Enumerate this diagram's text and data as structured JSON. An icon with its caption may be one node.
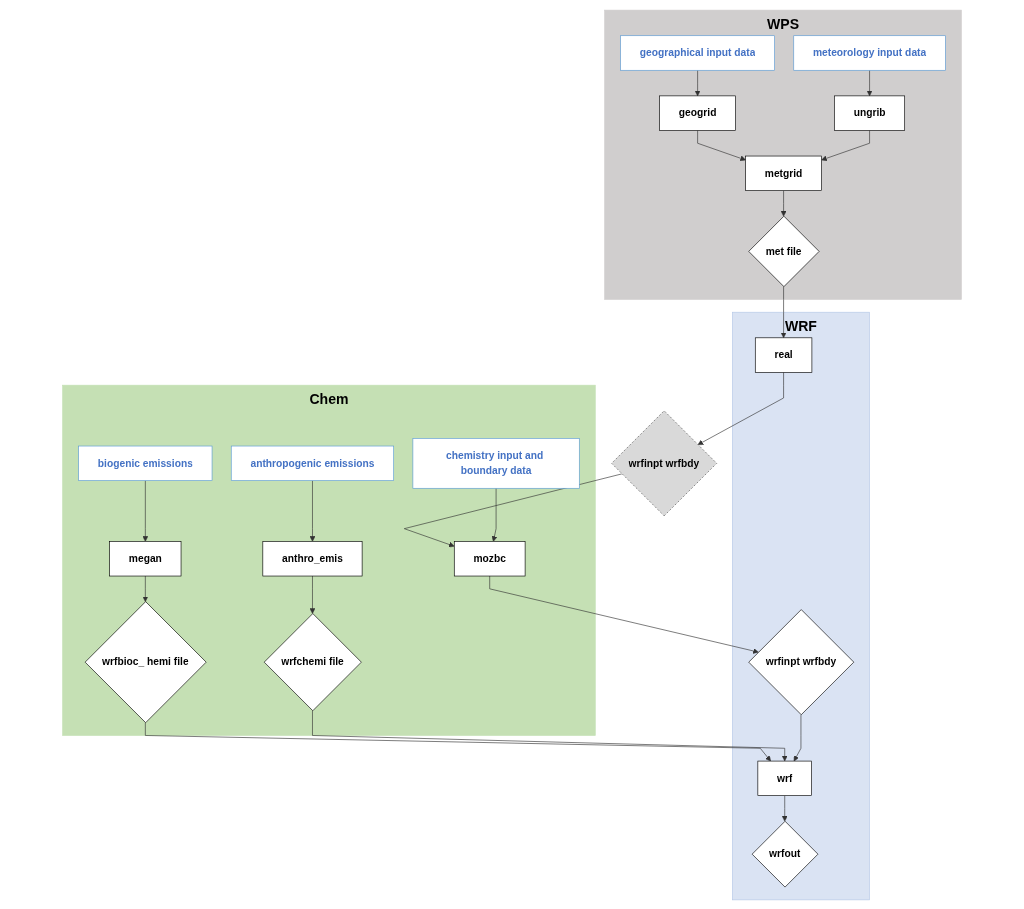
{
  "diagram": {
    "nodes": [
      {
        "text": [
          "WPS"
        ]
      },
      {
        "text": [
          "geographical input data"
        ],
        "in": 0
      },
      {
        "text": [
          "geogrid"
        ],
        "in": 0
      },
      {
        "text": [
          "meteorology input data"
        ],
        "in": 0
      },
      {
        "text": [
          "ungrib"
        ],
        "in": 0
      },
      {
        "text": [
          "metgrid"
        ],
        "in": 0
      },
      {
        "text": [
          "met file"
        ],
        "in": 0
      },
      {
        "text": [
          "WRF"
        ]
      },
      {
        "text": [
          "real"
        ],
        "in": 7
      },
      {
        "text": [
          "wrfinpt wrfbdy"
        ]
      },
      {
        "text": [
          "Chem"
        ]
      },
      {
        "text": [
          "chemistry input and boundary data"
        ],
        "in": 10
      },
      {
        "text": [
          "mozbc"
        ],
        "in": 10
      },
      {
        "text": [
          "wrfinpt wrfbdy"
        ],
        "in": 7
      },
      {
        "text": [
          "biogenic emissions"
        ],
        "in": 10
      },
      {
        "text": [
          "megan"
        ],
        "in": 10
      },
      {
        "text": [
          "wrfbioc_ hemi file"
        ],
        "in": 10
      },
      {
        "text": [
          "anthropogenic emissions"
        ],
        "in": 10
      },
      {
        "text": [
          "anthro_emis"
        ],
        "in": 10
      },
      {
        "text": [
          "wrfchemi file"
        ],
        "in": 10
      },
      {
        "text": [
          "wrf"
        ],
        "in": 7
      },
      {
        "text": [
          "wrfout"
        ],
        "in": 7
      }
    ],
    "edges": [
      {
        "from": 1,
        "to": 2,
        "arrow": "to"
      },
      {
        "from": 3,
        "to": 4,
        "arrow": "to"
      },
      {
        "from": 2,
        "to": 5,
        "arrow": "to"
      },
      {
        "from": 4,
        "to": 5,
        "arrow": "to"
      },
      {
        "from": 5,
        "to": 6,
        "arrow": "to"
      },
      {
        "from": 6,
        "to": 8,
        "arrow": "to"
      },
      {
        "from": 8,
        "to": 9,
        "arrow": "to"
      },
      {
        "from": 9,
        "to": 12,
        "arrow": "to"
      },
      {
        "from": 11,
        "to": 12,
        "arrow": "to"
      },
      {
        "from": 12,
        "to": 13,
        "arrow": "to"
      },
      {
        "from": 14,
        "to": 15,
        "arrow": "to"
      },
      {
        "from": 15,
        "to": 16,
        "arrow": "to"
      },
      {
        "from": 16,
        "to": 20,
        "arrow": "to"
      },
      {
        "from": 17,
        "to": 18,
        "arrow": "to"
      },
      {
        "from": 18,
        "to": 19,
        "arrow": "to"
      },
      {
        "from": 19,
        "to": 20,
        "arrow": "to"
      },
      {
        "from": 13,
        "to": 20,
        "arrow": "to"
      },
      {
        "from": 20,
        "to": 21,
        "arrow": "to"
      }
    ]
  }
}
